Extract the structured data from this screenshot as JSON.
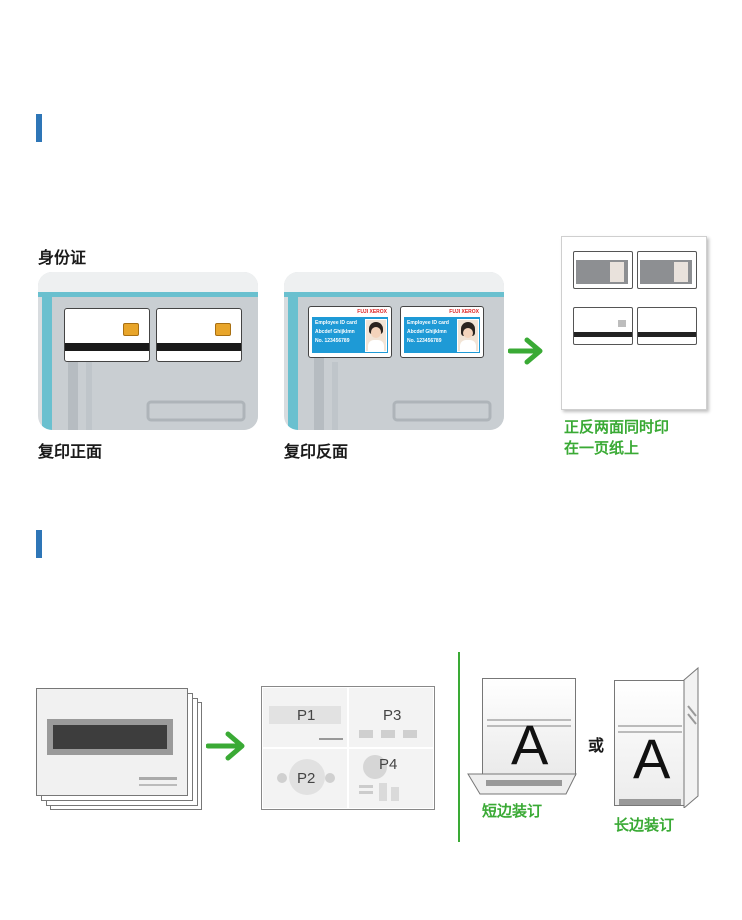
{
  "section1": {
    "id_heading": "身份证",
    "captions": {
      "copy_front": "复印正面",
      "copy_back": "复印反面"
    },
    "result_caption_line1": "正反两面同时印",
    "result_caption_line2": "在一页纸上",
    "id_card": {
      "brand": "FUJI XEROX",
      "title": "Employee ID card",
      "name": "Abcdef Ghijklmn",
      "number": "No. 123456789"
    }
  },
  "section2": {
    "pages": [
      "P1",
      "P2",
      "P3",
      "P4"
    ],
    "binding": {
      "letter": "A",
      "or_label": "或",
      "short_edge": "短边装订",
      "long_edge": "长边装订"
    }
  },
  "colors": {
    "marker": "#2e76b7",
    "green": "#3aaa35",
    "card_blue": "#1e9ad6",
    "glass": "#6ac0cf"
  },
  "icons": [
    "right-arrow-icon",
    "chip-icon",
    "fuji-xerox-logo-icon"
  ]
}
